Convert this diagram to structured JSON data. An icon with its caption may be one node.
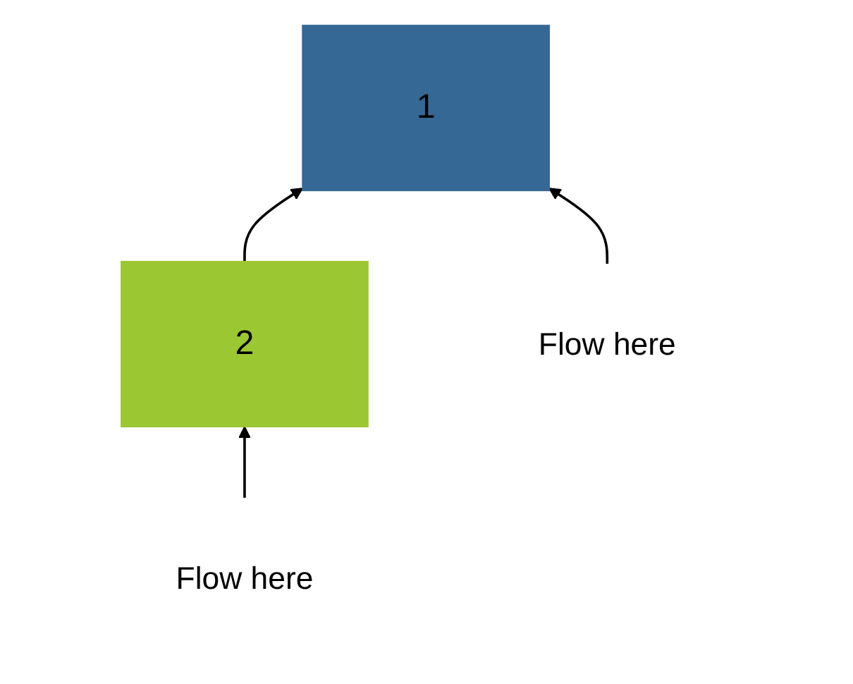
{
  "diagram": {
    "nodes": [
      {
        "text": [
          "1"
        ]
      },
      {
        "text": [
          "2"
        ]
      },
      {
        "text": [
          "Flow here"
        ]
      },
      {
        "text": [
          "Flow here"
        ]
      }
    ],
    "edges": [
      {
        "from": 1,
        "to": 0,
        "arrow": "to"
      },
      {
        "from": 2,
        "to": 0,
        "arrow": "to"
      },
      {
        "from": 3,
        "to": 1,
        "arrow": "to"
      }
    ]
  }
}
